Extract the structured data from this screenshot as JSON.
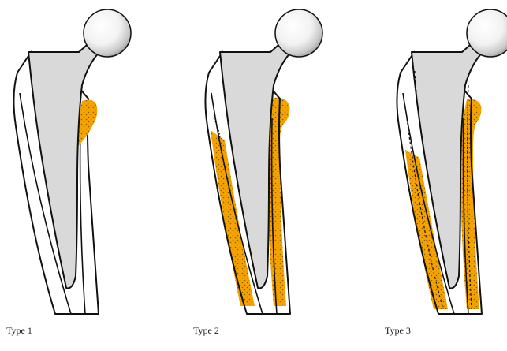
{
  "panels": [
    {
      "label": "Type 1"
    },
    {
      "label": "Type 2"
    },
    {
      "label": "Type 3"
    }
  ],
  "colors": {
    "bone_fill": "#ffffff",
    "stem_fill": "#d9d9d9",
    "outline": "#111111",
    "osteolysis": "#f5a300",
    "osteolysis_dots": "#8a5a00"
  },
  "icons": {
    "femoral_head": "sphere",
    "stem": "tapered-femoral-stem",
    "bone": "proximal-femur-outline"
  }
}
